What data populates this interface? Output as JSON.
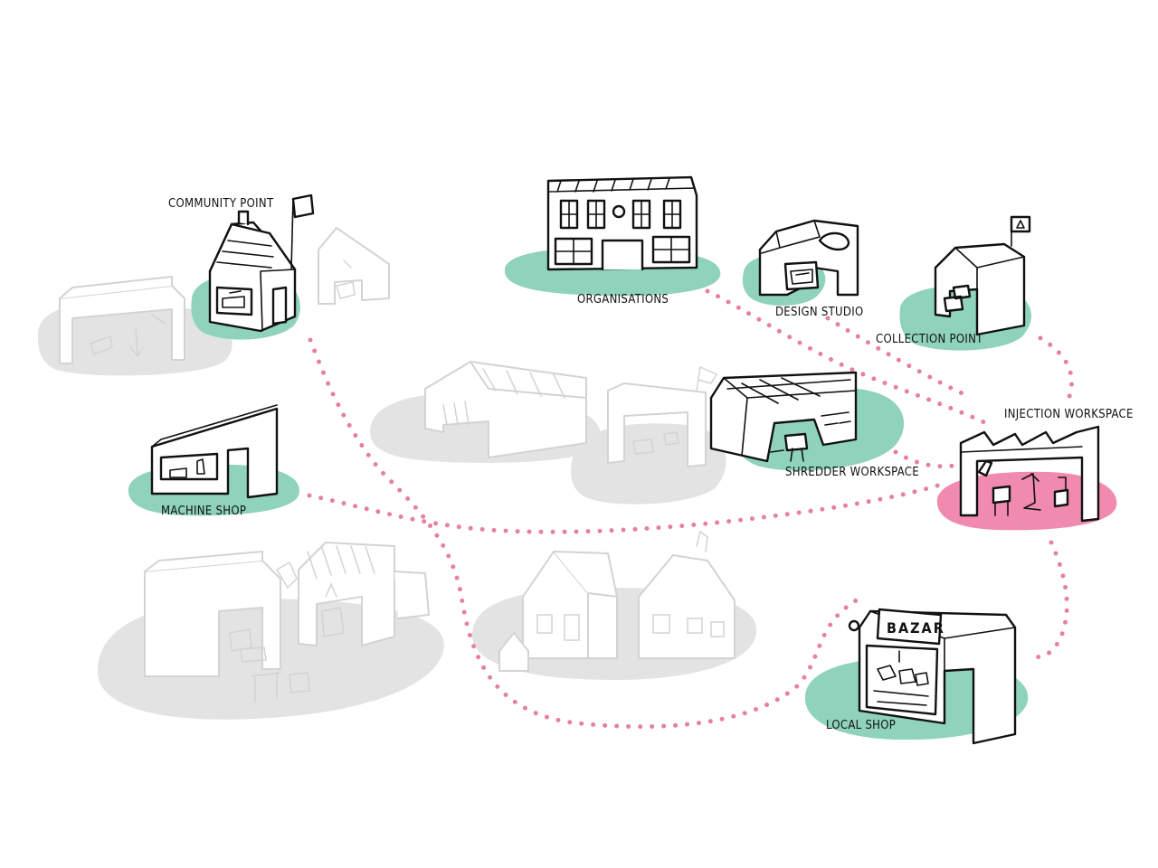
{
  "labels": {
    "community_point": "COMMUNITY POINT",
    "organisations": "ORGANISATIONS",
    "design_studio": "DESIGN STUDIO",
    "collection_point": "COLLECTION POINT",
    "injection_workspace": "INJECTION WORKSPACE",
    "shredder_workspace": "SHREDDER WORKSPACE",
    "machine_shop": "MACHINE SHOP",
    "local_shop": "LOCAL SHOP",
    "bazar_sign": "BAZAR"
  },
  "icons": {
    "recycle_flag": "recycle-icon",
    "flag": "flag-icon"
  },
  "colors": {
    "green_ground": "#8fd3bd",
    "pink_ground": "#f08aaf",
    "grey_ground": "#e3e3e3",
    "path_dots": "#e57fa3",
    "ink": "#111111"
  }
}
